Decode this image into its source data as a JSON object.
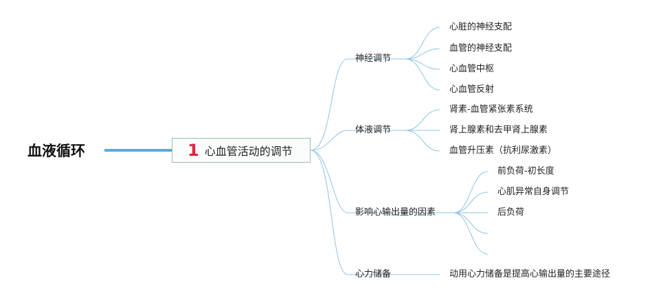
{
  "root": {
    "label": "血液循环"
  },
  "hub": {
    "number": "1",
    "label": "心血管活动的调节"
  },
  "branches": {
    "neural": {
      "label": "神经调节",
      "children": [
        "心脏的神经支配",
        "血管的神经支配",
        "心血管中枢",
        "心血管反射"
      ]
    },
    "humoral": {
      "label": "体液调节",
      "children": [
        "肾素-血管紧张素系统",
        "肾上腺素和去甲肾上腺素",
        "血管升压素（抗利尿激素）"
      ]
    },
    "output": {
      "label": "影响心输出量的因素",
      "children": [
        "前负荷-初长度",
        "心肌异常自身调节",
        "后负荷"
      ]
    },
    "reserve": {
      "label": "心力储备",
      "children": [
        "动用心力储备是提高心输出量的主要途径"
      ]
    }
  },
  "colors": {
    "root_line": "#5aa9dc",
    "connector": "#8ec4e6",
    "hub_border": "#97bfa4",
    "number": "#e0243c"
  }
}
